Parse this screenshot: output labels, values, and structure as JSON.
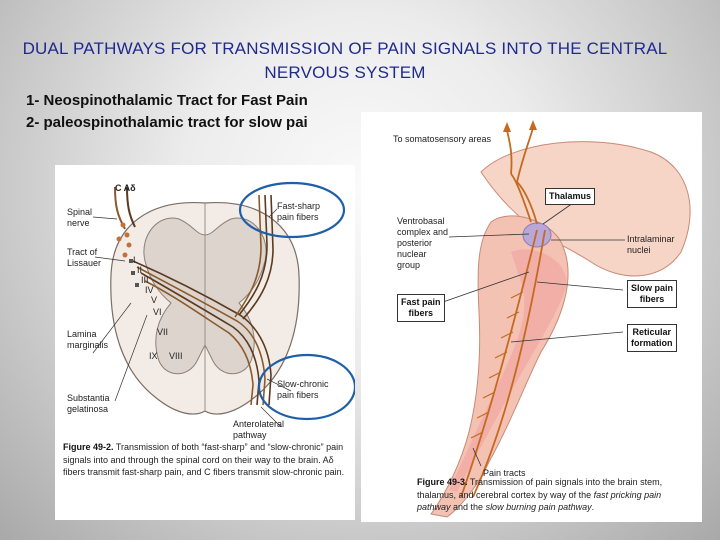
{
  "title": "DUAL PATHWAYS FOR TRANSMISSION OF PAIN SIGNALS INTO THE CENTRAL NERVOUS SYSTEM",
  "points": [
    "1-  Neospinothalamic Tract for Fast Pain",
    "2- paleospinothalamic tract for slow pai"
  ],
  "figure_left": {
    "fiber_labels": "C  Aδ",
    "labels": {
      "spinal_nerve": "Spinal\nnerve",
      "tract_lissauer": "Tract of\nLissauer",
      "lamina_marginalis": "Lamina\nmarginalis",
      "substantia_gelatinosa": "Substantia\ngelatinosa",
      "fast_sharp": "Fast-sharp\npain fibers",
      "slow_chronic": "Slow-chronic\npain fibers",
      "anterolateral": "Anterolateral\npathway"
    },
    "laminae": [
      "I",
      "II",
      "III",
      "IV",
      "V",
      "VI",
      "VII",
      "VIII",
      "IX"
    ],
    "caption_label": "Figure 49-2.",
    "caption_text": "Transmission of both “fast-sharp” and “slow-chronic” pain signals into and through the spinal cord on their way to the brain. Aδ fibers transmit fast-sharp pain, and C fibers transmit slow-chronic pain."
  },
  "figure_right": {
    "labels": {
      "somatosensory": "To somatosensory areas",
      "ventrobasal": "Ventrobasal\ncomplex and\nposterior\nnuclear\ngroup",
      "intralaminar": "Intralaminar\nnuclei",
      "pain_tracts": "Pain tracts"
    },
    "boxes": {
      "thalamus": "Thalamus",
      "fast_pain": "Fast pain\nfibers",
      "slow_pain": "Slow pain\nfibers",
      "reticular": "Reticular\nformation"
    },
    "caption_label": "Figure 49-3.",
    "caption_text_1": "Transmission of pain signals into the brain stem, thalamus, and cerebral cortex by way of the ",
    "caption_italic_1": "fast pricking pain pathway",
    "caption_text_2": " and the ",
    "caption_italic_2": "slow burning pain pathway",
    "caption_end": "."
  }
}
